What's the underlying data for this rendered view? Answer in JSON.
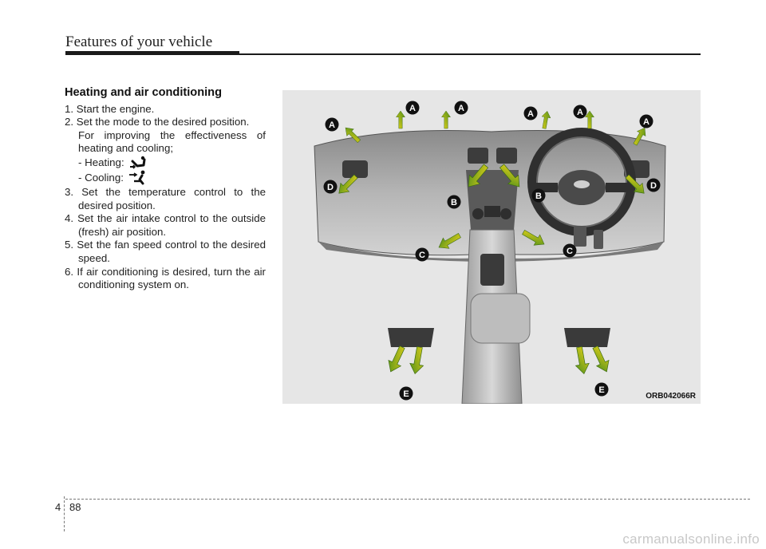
{
  "header": {
    "title": "Features of your vehicle"
  },
  "section": {
    "title": "Heating and air conditioning",
    "step1": "1. Start the engine.",
    "step2": "2. Set the mode to the desired position.",
    "step2_note": "For improving the effectiveness of heating and cooling;",
    "heating_label": "- Heating:",
    "cooling_label": "- Cooling:",
    "step3": "3. Set the temperature control to the desired position.",
    "step4": "4. Set the air intake control to the outside (fresh) air position.",
    "step5": "5. Set the fan speed control to the desired speed.",
    "step6": "6. If air conditioning is desired, turn the air conditioning system on."
  },
  "figure": {
    "code": "ORB042066R",
    "labels": {
      "a": "A",
      "b": "B",
      "c": "C",
      "d": "D",
      "e": "E"
    }
  },
  "footer": {
    "chapter": "4",
    "page": "88"
  },
  "watermark": "carmanualsonline.info",
  "colors": {
    "arrow_yellow": "#e6d21a",
    "arrow_green": "#4f8f1a",
    "label_black": "#111111",
    "figure_bg": "#e6e6e6"
  }
}
